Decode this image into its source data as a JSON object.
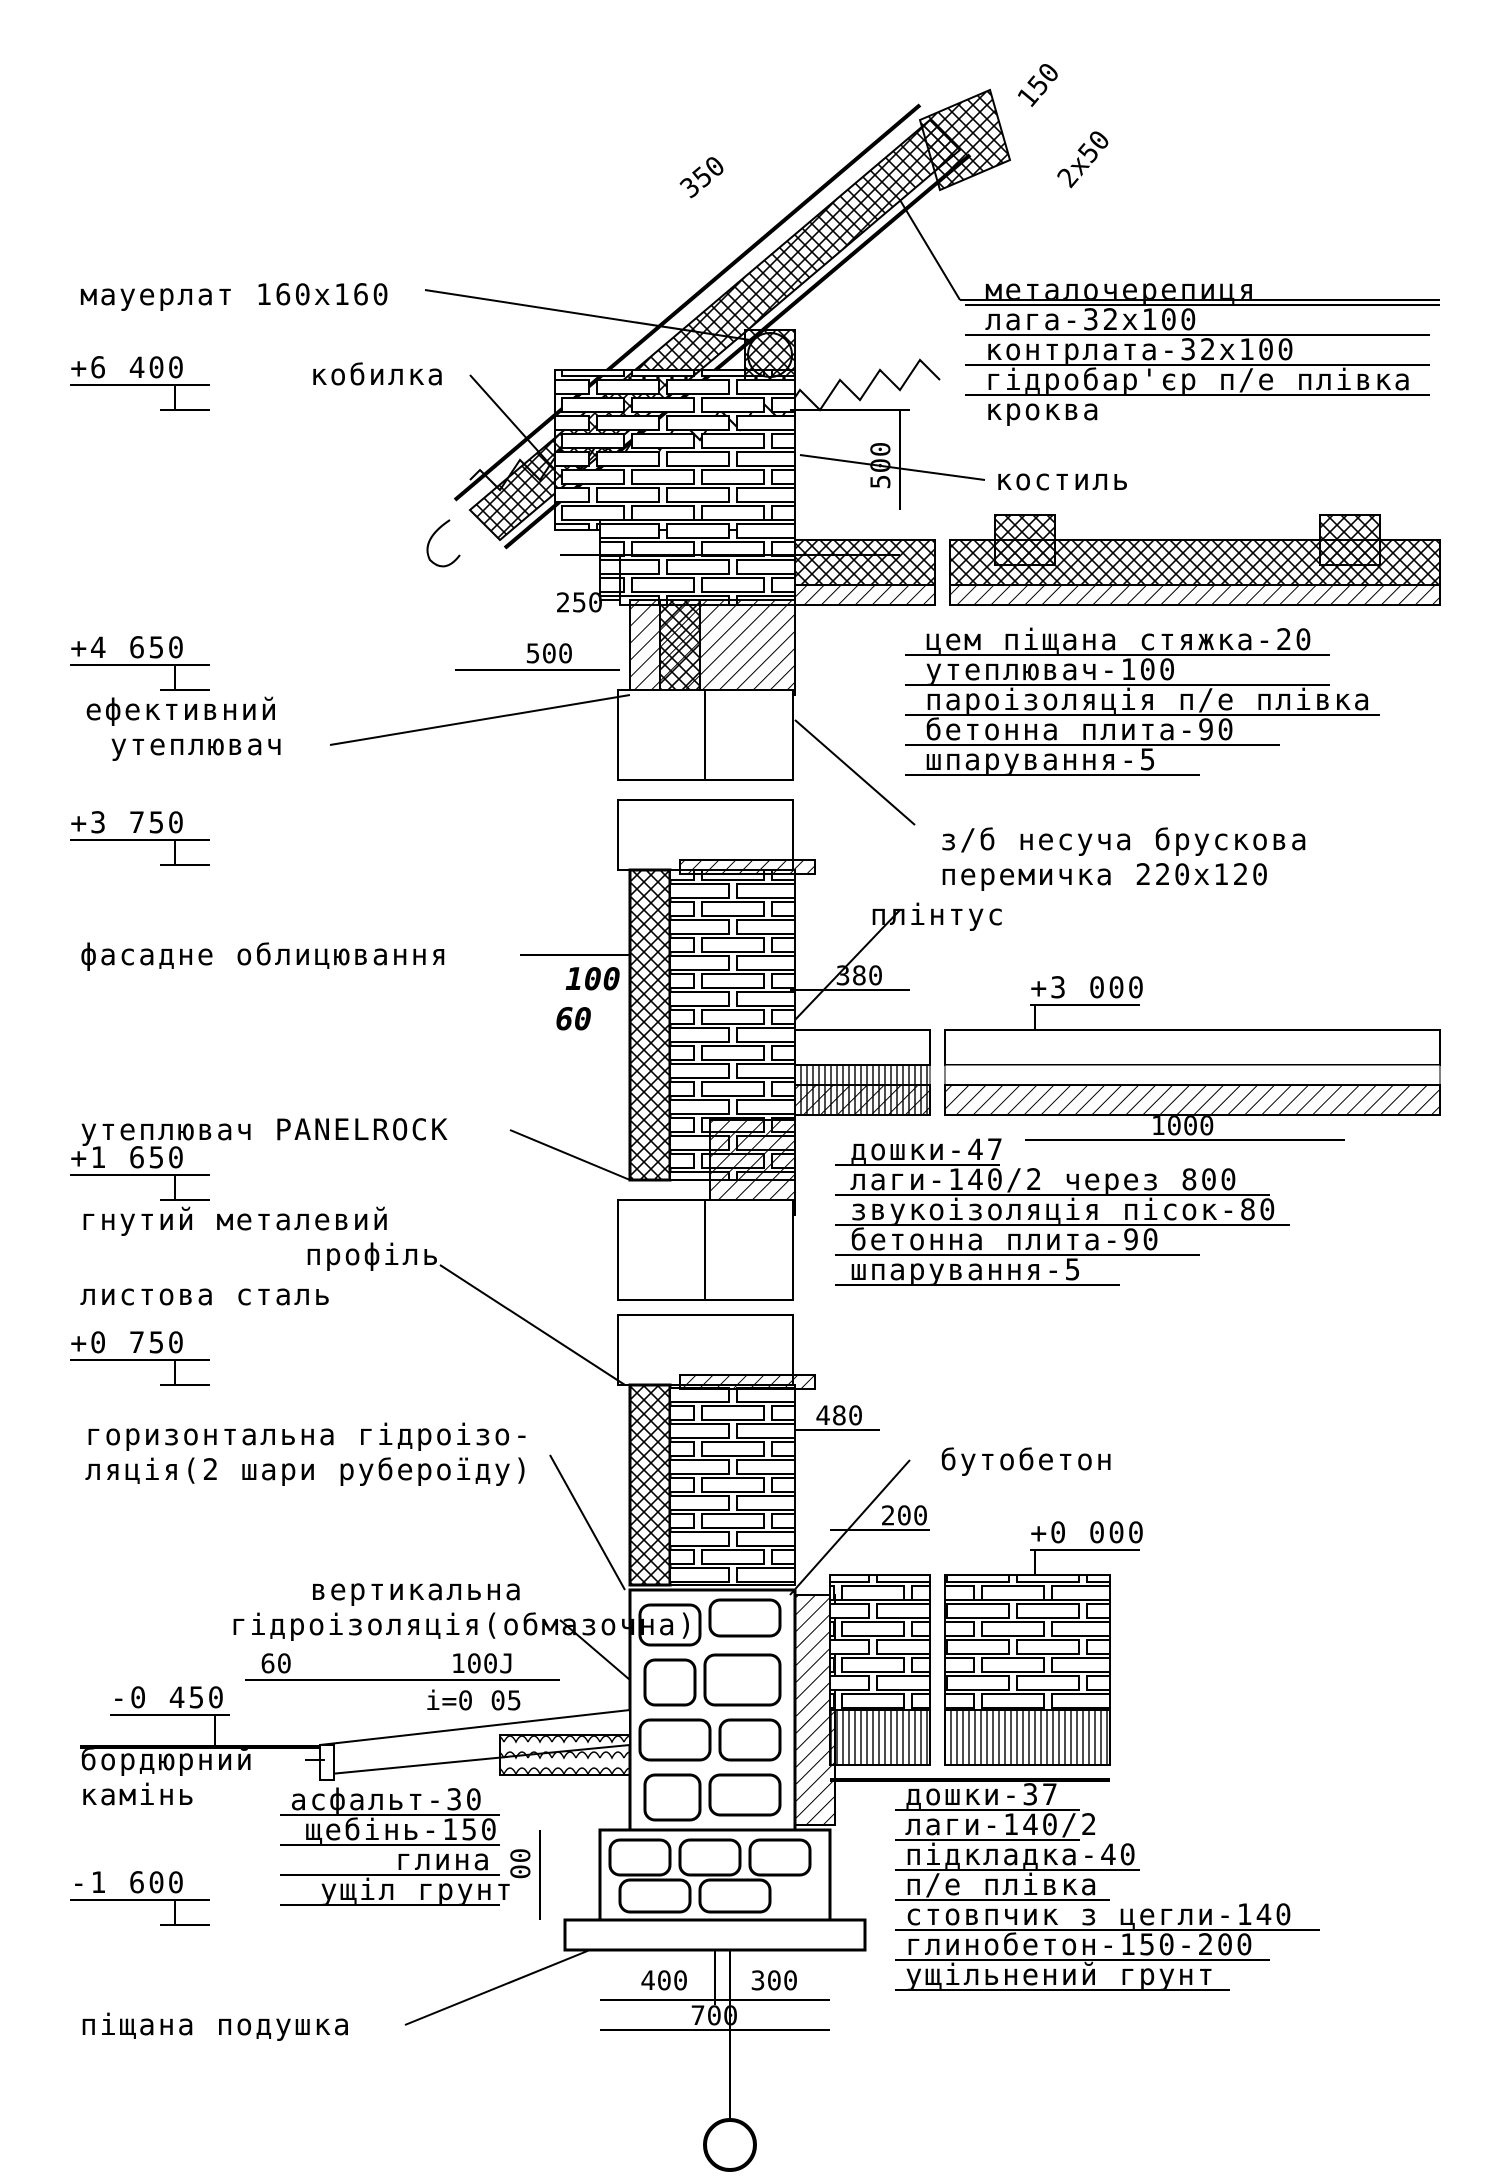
{
  "elevations": {
    "e6400": "+6 400",
    "e4650": "+4 650",
    "e3750": "+3 750",
    "e1650": "+1 650",
    "e0750": "+0 750",
    "em0450": "-0 450",
    "em1600": "-1 600",
    "e3000": "+3 000",
    "e0000": "+0 000"
  },
  "left_labels": {
    "mauerlat": "мауерлат 160х160",
    "kobylka": "кобилка",
    "insul_1": "ефективний",
    "insul_2": "утеплювач",
    "facade": "фасадне облицювання",
    "panelrock": "утеплювач PANELROCK",
    "profile_1": "гнутий металевий",
    "profile_2": "профіль",
    "steel": "листова сталь",
    "hydro_h_1": "горизонтальна гідроізо-",
    "hydro_h_2": "ляція(2 шари рубероїду)",
    "hydro_v_1": "вертикальна",
    "hydro_v_2": "гідроізоляція(обмазочна)",
    "curb_1": "бордюрний",
    "curb_2": "камінь",
    "sand": "піщана подушка",
    "handwritten_100": "100",
    "handwritten_60": "60"
  },
  "roof_layers": [
    "металочерепиця",
    "лага-32х100",
    "контрлата-32х100",
    "гідробар'єр п/е плівка",
    "кроква"
  ],
  "roof_floor_layers": [
    "цем піщана стяжка-20",
    "утеплювач-100",
    "пароізоляція п/е плівка",
    "бетонна плита-90",
    "шпарування-5"
  ],
  "floor2_layers": [
    "дошки-47",
    "лаги-140/2 через 800",
    "звукоізоляція пісок-80",
    "бетонна плита-90",
    "шпарування-5"
  ],
  "ground_floor_layers": [
    "дошки-37",
    "лаги-140/2",
    "підкладка-40",
    "п/е плівка",
    "стовпчик з цегли-140",
    "глинобетон-150-200",
    "ущільнений грунт"
  ],
  "paving_layers": [
    "асфальт-30",
    "щебінь-150",
    "глина",
    "ущіл грунт"
  ],
  "right_labels": {
    "kostyl": "костиль",
    "lintel_1": "з/б несуча брускова",
    "lintel_2": "перемичка 220х120",
    "plinth": "плінтус",
    "rubble": "бутобетон"
  },
  "dimensions": {
    "d350": "350",
    "d150": "150",
    "d2x50": "2х50",
    "d500a": "500",
    "d250": "250",
    "d500b": "500",
    "d380": "380",
    "d1000": "1000",
    "d480": "480",
    "d200": "200",
    "d60": "60",
    "d100j": "100J",
    "slope": "i=0 05",
    "d00": "00",
    "d400": "400",
    "d300": "300",
    "d700": "700"
  }
}
